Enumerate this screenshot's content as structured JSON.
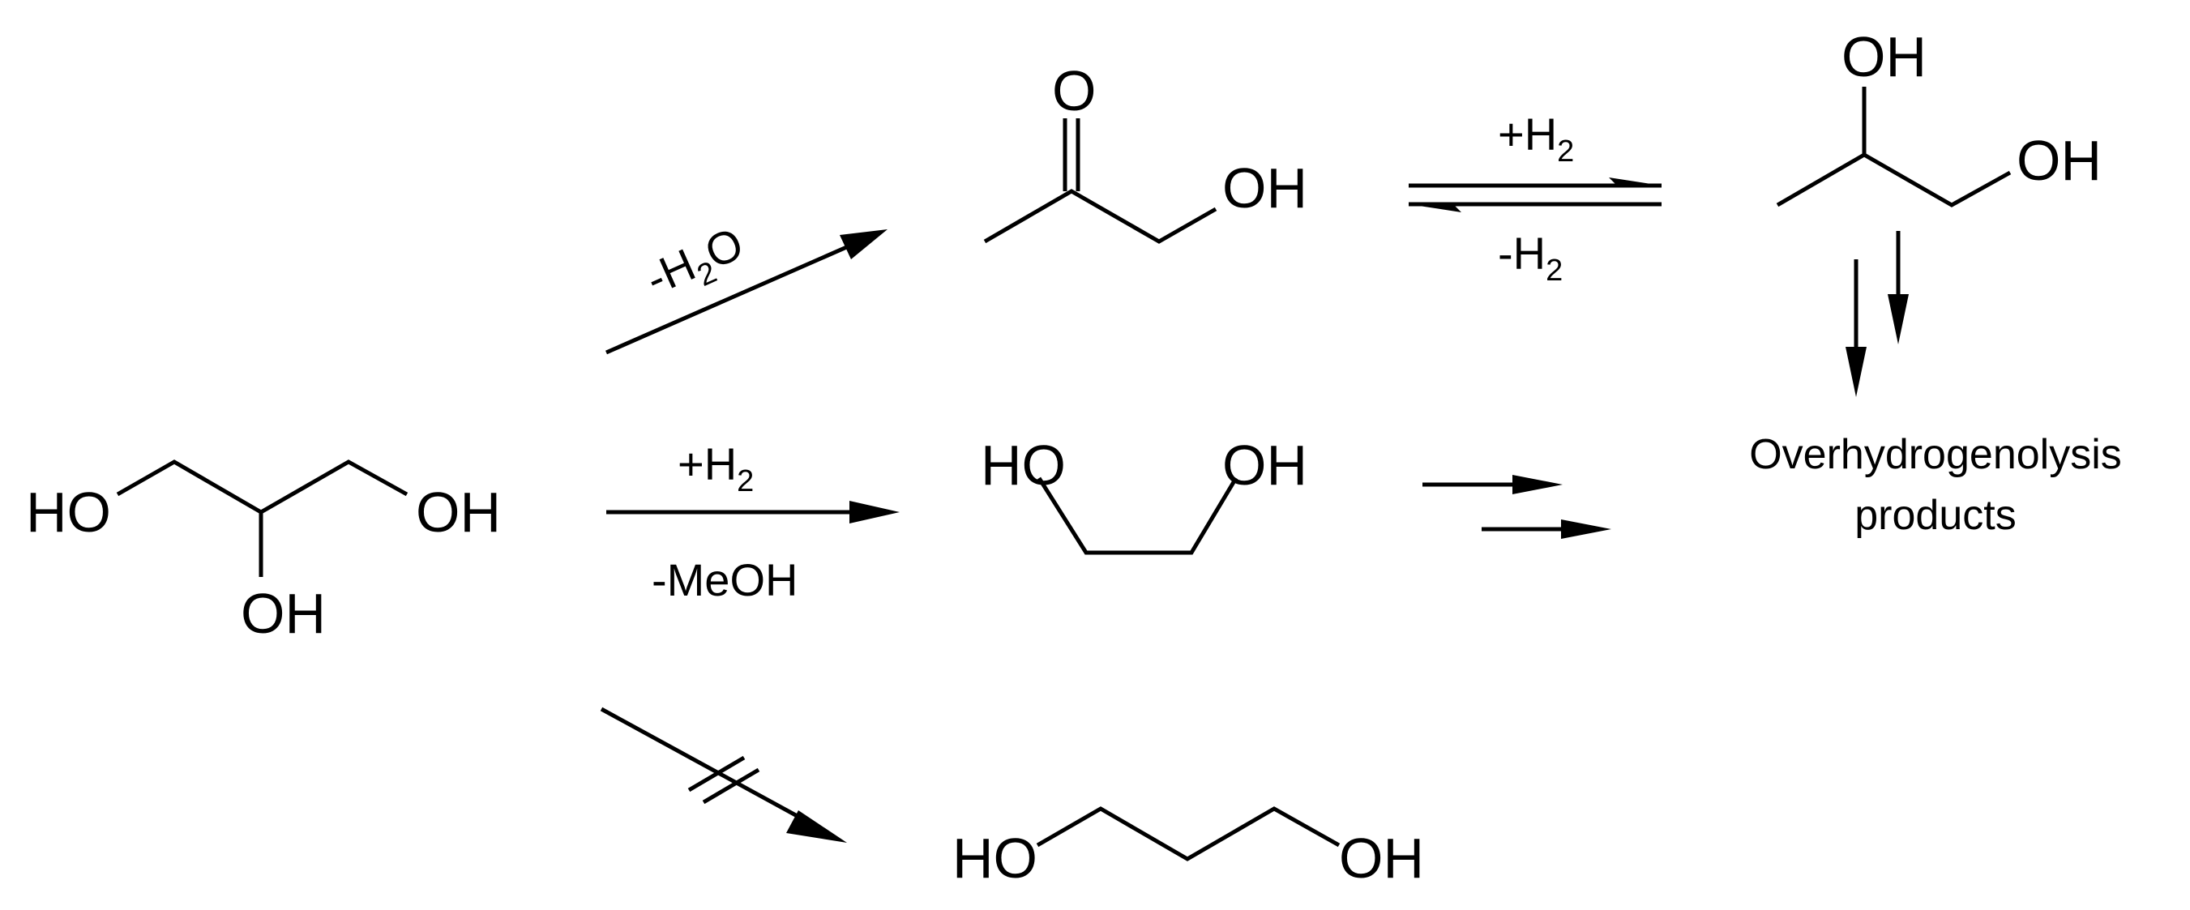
{
  "molecules": {
    "glycerol": {
      "oh_left": "HO",
      "oh_right": "OH",
      "oh_bottom": "OH"
    },
    "hydroxyacetone": {
      "o": "O",
      "oh": "OH"
    },
    "propanediol_12": {
      "oh_top": "OH",
      "oh_right": "OH"
    },
    "ethylene_glycol": {
      "ho": "HO",
      "oh": "OH"
    },
    "propanediol_13": {
      "ho": "HO",
      "oh": "OH"
    }
  },
  "conditions": {
    "dehydration": {
      "prefix": "-H",
      "sub": "2",
      "suffix": "O"
    },
    "hydrogenation_forward": {
      "prefix": "+H",
      "sub": "2"
    },
    "dehydrogenation_reverse": {
      "prefix": "-H",
      "sub": "2"
    },
    "hydrogenolysis": {
      "prefix": "+H",
      "sub": "2"
    },
    "methanol_loss": "-MeOH"
  },
  "products": {
    "line1": "Overhydrogenolysis",
    "line2": "products"
  }
}
